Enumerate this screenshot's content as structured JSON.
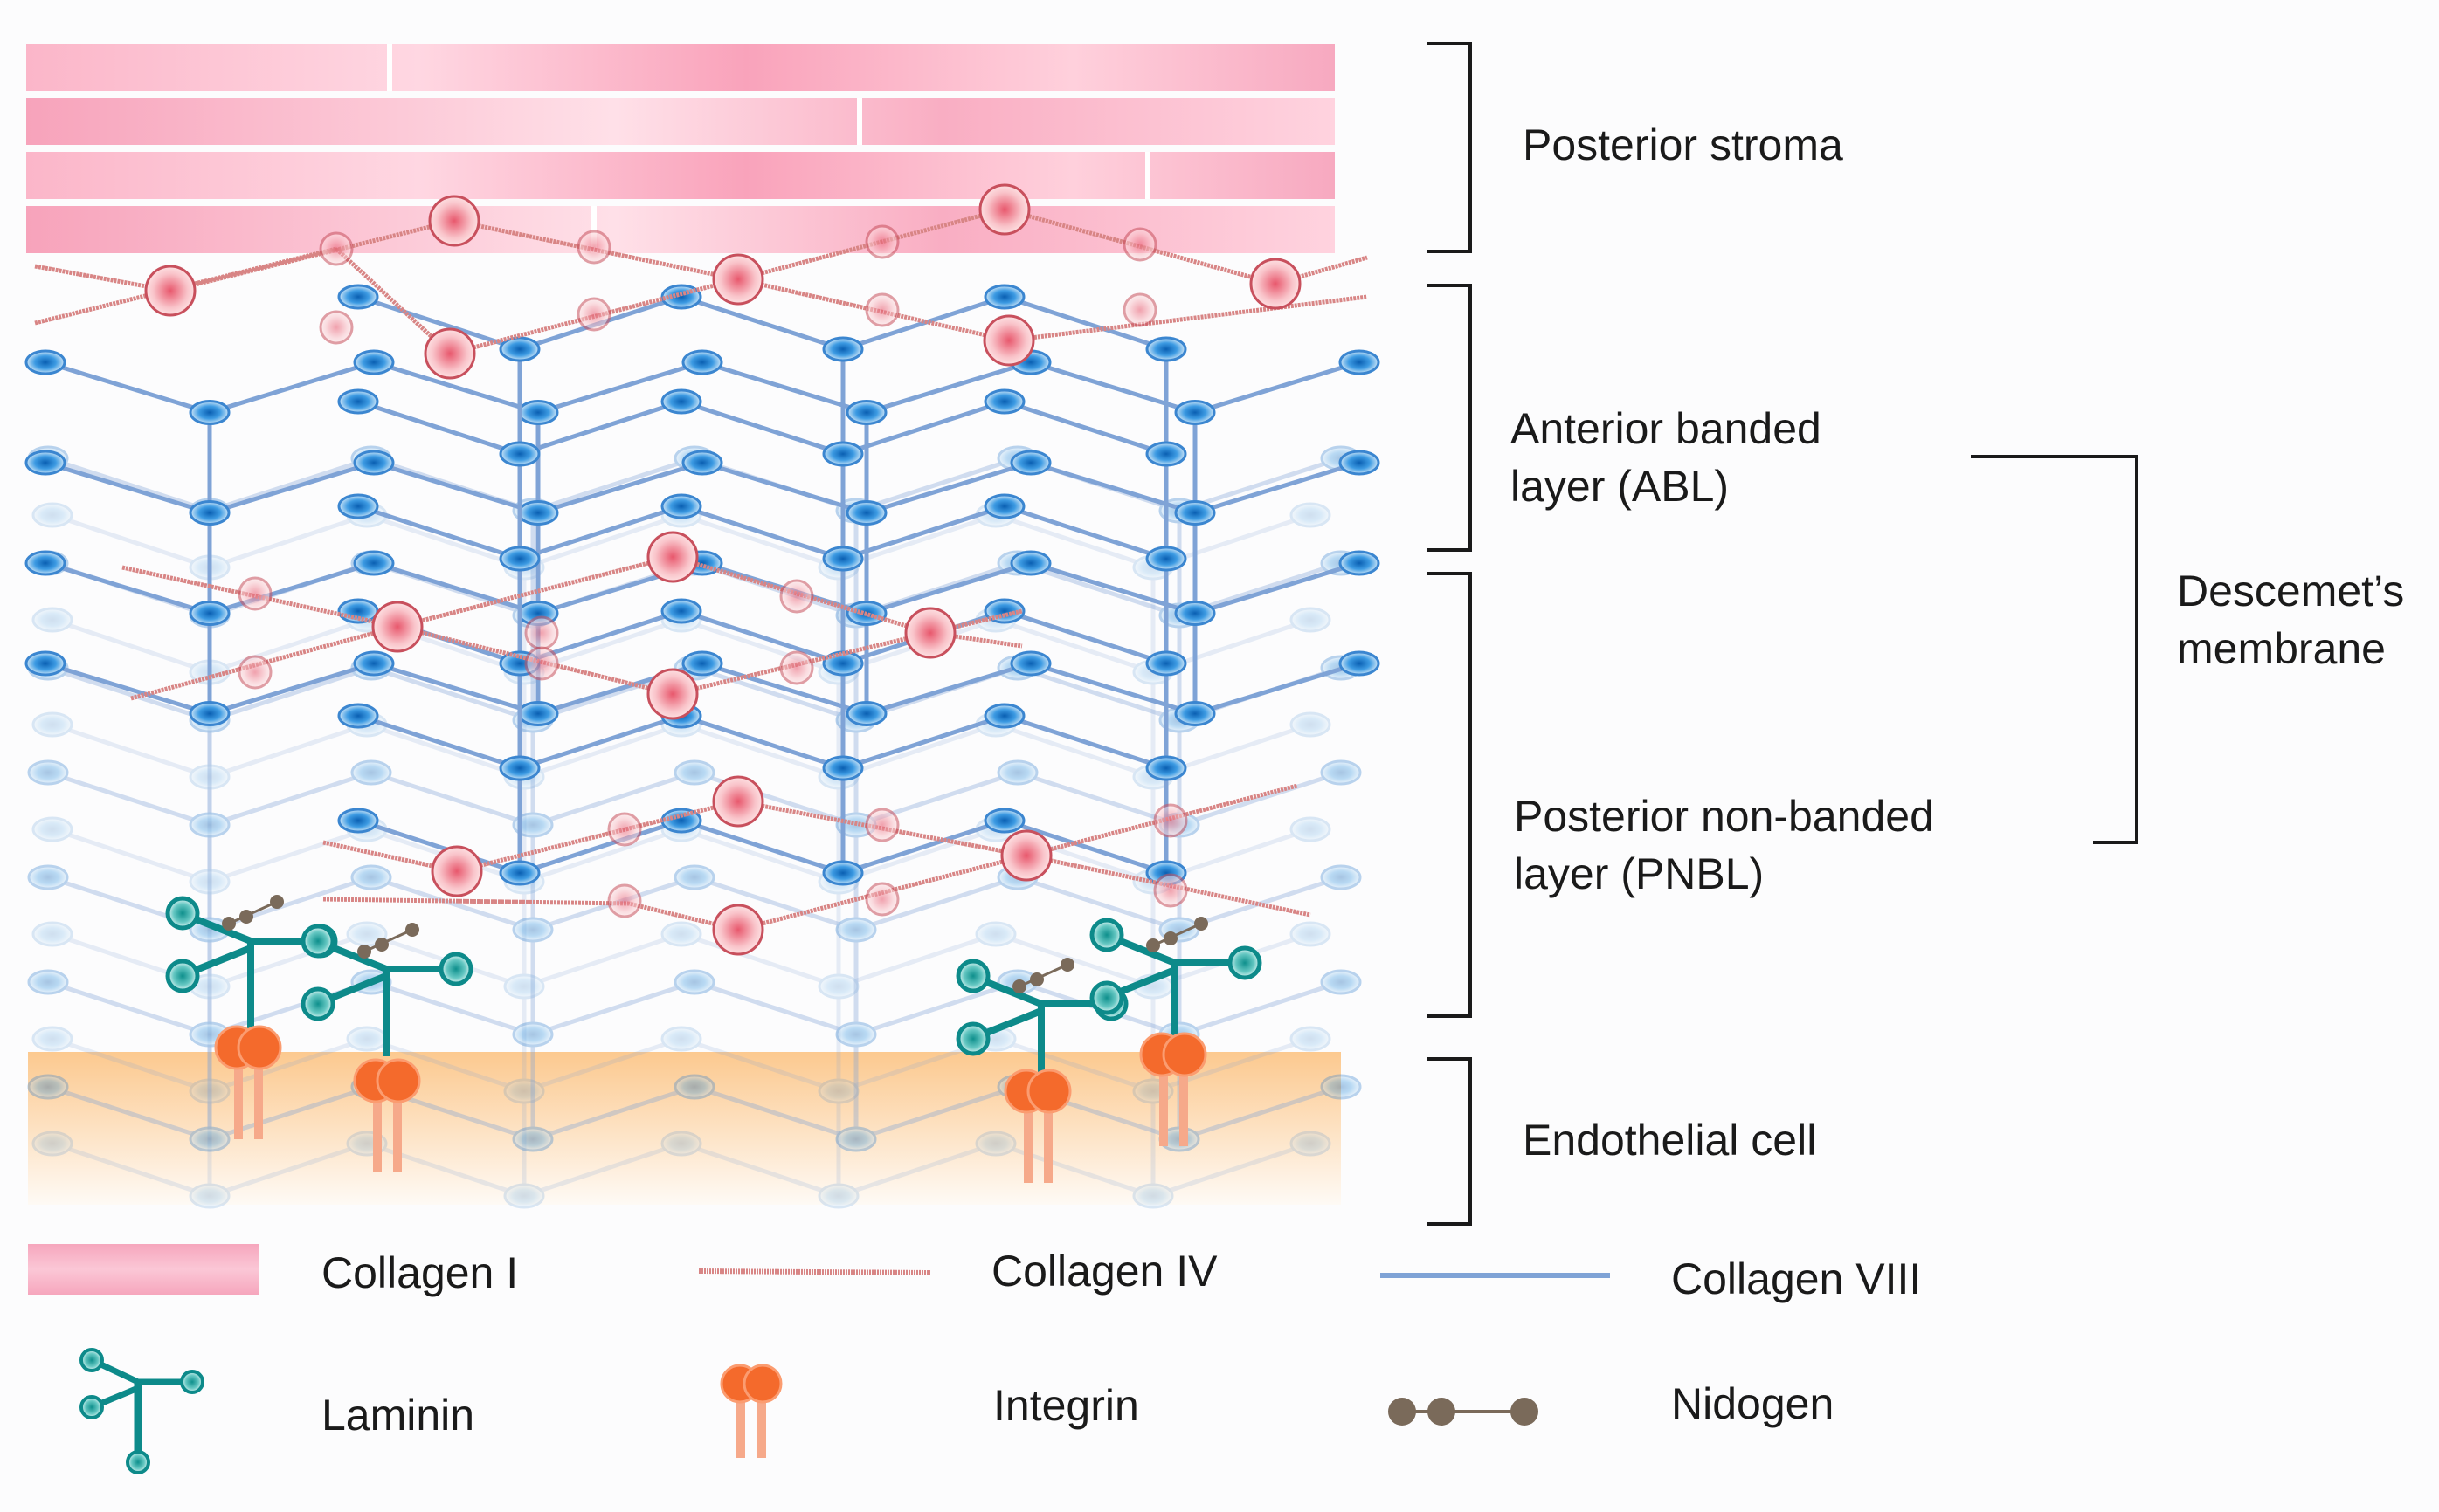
{
  "colors": {
    "collagen_i": "#f7a9c0",
    "collagen_iv": "#d88585",
    "collagen_iv_node": "#f0a3a8",
    "collagen_viii": "#7fa3d6",
    "collagen_viii_node": "#1e7fd4",
    "laminin": "#0d8a8a",
    "integrin": "#f46a2c",
    "nidogen": "#7a6a5a",
    "endothelial": "#fccf9a",
    "bracket": "#1a1a1a"
  },
  "layers": {
    "posterior_stroma": "Posterior stroma",
    "abl_line1": "Anterior banded",
    "abl_line2": "layer (ABL)",
    "pnbl_line1": "Posterior non-banded",
    "pnbl_line2": "layer (PNBL)",
    "endothelial_cell": "Endothelial cell",
    "descemet_line1": "Descemet’s",
    "descemet_line2": "membrane"
  },
  "legend": {
    "collagen_i": "Collagen I",
    "collagen_iv": "Collagen IV",
    "collagen_viii": "Collagen VIII",
    "laminin": "Laminin",
    "integrin": "Integrin",
    "nidogen": "Nidogen"
  },
  "icons": [
    "collagen-i-swatch",
    "collagen-iv-strand",
    "collagen-viii-strand",
    "laminin-icon",
    "integrin-icon",
    "nidogen-icon"
  ]
}
